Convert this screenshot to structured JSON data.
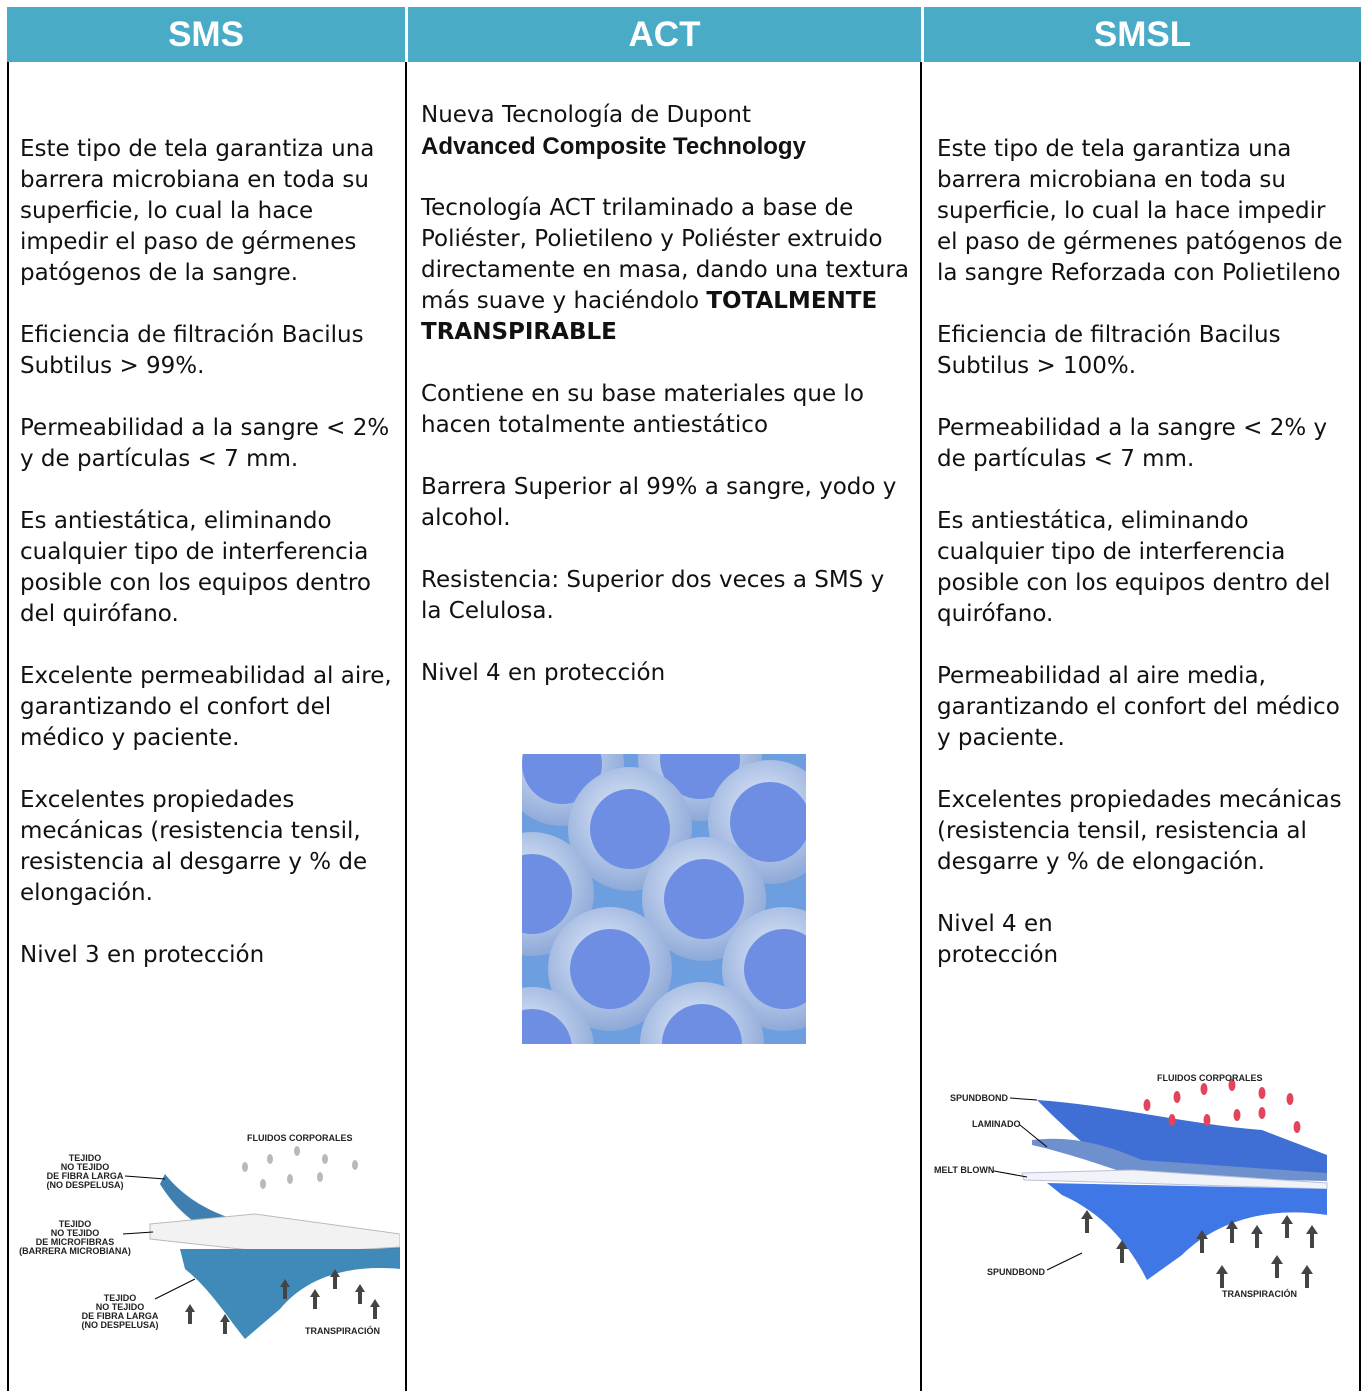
{
  "headers": [
    "SMS",
    "ACT",
    "SMSL"
  ],
  "sms": {
    "paragraphs": [
      "Este tipo de tela garantiza una barrera microbiana en toda su superficie, lo cual la hace impedir el paso de gérmenes patógenos de la sangre.",
      "Eficiencia de filtración Bacilus Subtilus > 99%.",
      "Permeabilidad a la sangre < 2% y de partículas < 7 mm.",
      "Es antiestática, eliminando cualquier tipo de interferencia posible con los equipos dentro del quirófano.",
      "Excelente permeabilidad al aire, garantizando el confort del médico y paciente.",
      "Excelentes propiedades mecánicas (resistencia tensil, resistencia al desgarre y % de elongación.",
      "Nivel 3 en protección"
    ],
    "diagram": {
      "fluids": "FLUIDOS CORPORALES",
      "layer1": [
        "TEJIDO",
        "NO TEJIDO",
        "DE FIBRA LARGA",
        "(NO DESPELUSA)"
      ],
      "layer2": [
        "TEJIDO",
        "NO TEJIDO",
        "DE MICROFIBRAS",
        "(BARRERA MICROBIANA)"
      ],
      "layer3": [
        "TEJIDO",
        "NO TEJIDO",
        "DE FIBRA LARGA",
        "(NO DESPELUSA)"
      ],
      "transp": "TRANSPIRACIÓN"
    }
  },
  "act": {
    "intro": "Nueva Tecnología de Dupont",
    "title": "Advanced Composite Technology",
    "p1": "Tecnología ACT trilaminado a base de Poliéster, Polietileno y Poliéster extruido directamente en masa, dando una textura más suave y haciéndolo",
    "p1_bold": "TOTALMENTE TRANSPIRABLE",
    "p2": "Contiene en su base materiales que lo hacen totalmente antiestático",
    "p3": "Barrera Superior al 99% a sangre, yodo y alcohol.",
    "p4": "Resistencia: Superior dos veces a SMS y la Celulosa.",
    "p5": "Nivel 4 en protección"
  },
  "smsl": {
    "paragraphs": [
      "Este tipo de tela garantiza una barrera microbiana en toda su superficie, lo cual la hace impedir el paso de gérmenes patógenos de la sangre Reforzada con Polietileno",
      "Eficiencia de filtración Bacilus Subtilus > 100%.",
      "Permeabilidad a la sangre < 2% y de partículas < 7 mm.",
      "Es antiestática, eliminando cualquier tipo de interferencia posible con los equipos dentro del quirófano.",
      "Permeabilidad al aire media, garantizando el confort del médico y paciente.",
      "Excelentes propiedades mecánicas (resistencia tensil, resistencia al desgarre y % de elongación."
    ],
    "last": "Nivel 4 en protección",
    "diagram": {
      "fluids": "FLUIDOS CORPORALES",
      "spundbond_top": "SPUNDBOND",
      "laminado": "LAMINADO",
      "melt": "MELT BLOWN",
      "spundbond_bottom": "SPUNDBOND",
      "transp": "TRANSPIRACIÓN"
    }
  }
}
